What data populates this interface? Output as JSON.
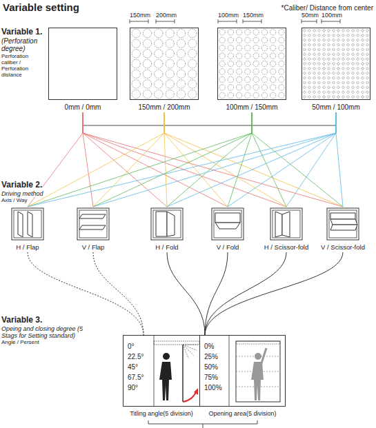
{
  "diagram": {
    "title": "Variable setting",
    "nodes": [
      {
        "text": [
          "0mm / 0mm"
        ]
      },
      {
        "text": [
          "150mm / 200mm"
        ]
      },
      {
        "text": [
          "100mm / 150mm"
        ]
      },
      {
        "text": [
          "50mm / 100mm"
        ]
      },
      {
        "text": [
          "H / Flap"
        ]
      },
      {
        "text": [
          "V / Flap"
        ]
      },
      {
        "text": [
          "H / Fold"
        ]
      },
      {
        "text": [
          "V / Fold"
        ]
      },
      {
        "text": [
          "H / Scissor-fold"
        ]
      },
      {
        "text": [
          "V / Scissor-fold"
        ]
      },
      {
        "text": [
          "0°",
          "22.5°",
          "45°",
          "67.5°",
          "90°",
          "Titling angle(5 division)"
        ]
      },
      {
        "text": [
          "0%",
          "25%",
          "50%",
          "75%",
          "100%",
          "Opening area(5 division)"
        ]
      }
    ],
    "edges": [
      {
        "from": 0,
        "to": 4,
        "arrow": "none"
      },
      {
        "from": 0,
        "to": 5,
        "arrow": "none"
      },
      {
        "from": 0,
        "to": 6,
        "arrow": "none"
      },
      {
        "from": 0,
        "to": 7,
        "arrow": "none"
      },
      {
        "from": 0,
        "to": 8,
        "arrow": "none"
      },
      {
        "from": 0,
        "to": 9,
        "arrow": "none"
      },
      {
        "from": 1,
        "to": 4,
        "arrow": "none"
      },
      {
        "from": 1,
        "to": 5,
        "arrow": "none"
      },
      {
        "from": 1,
        "to": 6,
        "arrow": "none"
      },
      {
        "from": 1,
        "to": 7,
        "arrow": "none"
      },
      {
        "from": 1,
        "to": 8,
        "arrow": "none"
      },
      {
        "from": 1,
        "to": 9,
        "arrow": "none"
      },
      {
        "from": 2,
        "to": 4,
        "arrow": "none"
      },
      {
        "from": 2,
        "to": 5,
        "arrow": "none"
      },
      {
        "from": 2,
        "to": 6,
        "arrow": "none"
      },
      {
        "from": 2,
        "to": 7,
        "arrow": "none"
      },
      {
        "from": 2,
        "to": 8,
        "arrow": "none"
      },
      {
        "from": 2,
        "to": 9,
        "arrow": "none"
      },
      {
        "from": 3,
        "to": 4,
        "arrow": "none"
      },
      {
        "from": 3,
        "to": 5,
        "arrow": "none"
      },
      {
        "from": 3,
        "to": 6,
        "arrow": "none"
      },
      {
        "from": 3,
        "to": 7,
        "arrow": "none"
      },
      {
        "from": 3,
        "to": 8,
        "arrow": "none"
      },
      {
        "from": 3,
        "to": 9,
        "arrow": "none"
      },
      {
        "from": 4,
        "to": 10,
        "arrow": "none"
      },
      {
        "from": 5,
        "to": 10,
        "arrow": "none"
      },
      {
        "from": 6,
        "to": 11,
        "arrow": "none"
      },
      {
        "from": 7,
        "to": 11,
        "arrow": "none"
      },
      {
        "from": 8,
        "to": 11,
        "arrow": "none"
      },
      {
        "from": 9,
        "to": 11,
        "arrow": "none"
      }
    ],
    "labels": [
      "*Caliber/ Distance from center",
      "Variable 1.",
      "(Perforation degree)",
      "Perforation caliber / Perforation distance",
      "150mm",
      "200mm",
      "100mm",
      "150mm",
      "50mm",
      "100mm",
      "Variable 2.",
      "Driving method",
      "Axis / Way",
      "Variable 3.",
      "Opeing and closing degree (5 Stags for Setting standard)",
      "Angle / Persent"
    ]
  }
}
